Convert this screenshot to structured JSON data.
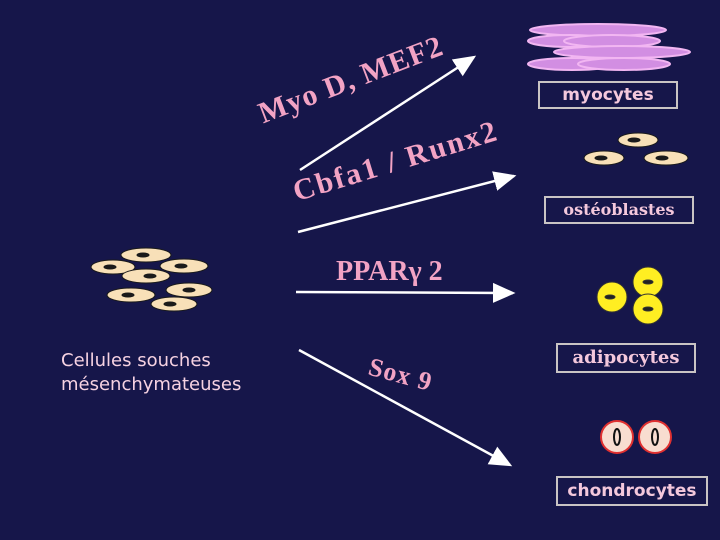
{
  "colors": {
    "background": "#16164a",
    "arrow": "#ffffff",
    "label": "#f2a3c4",
    "cell_fill": "#f8e0b8",
    "adipocyte_fill": "#ffee22",
    "myocyte_fill": "#d28ee2"
  },
  "pathways": {
    "myo": {
      "label": "Myo D, MEF2"
    },
    "cbfa": {
      "label": "Cbfa1 / Runx2"
    },
    "ppar": {
      "label": "PPARγ 2"
    },
    "sox": {
      "label": "Sox 9"
    }
  },
  "cells": {
    "source": {
      "label": "Cellules souches\nmésenchymateuses"
    },
    "myocytes": {
      "label": "myocytes"
    },
    "osteoblasts": {
      "label": "ostéoblastes"
    },
    "adipocytes": {
      "label": "adipocytes"
    },
    "chondrocytes": {
      "label": "chondrocytes"
    }
  }
}
